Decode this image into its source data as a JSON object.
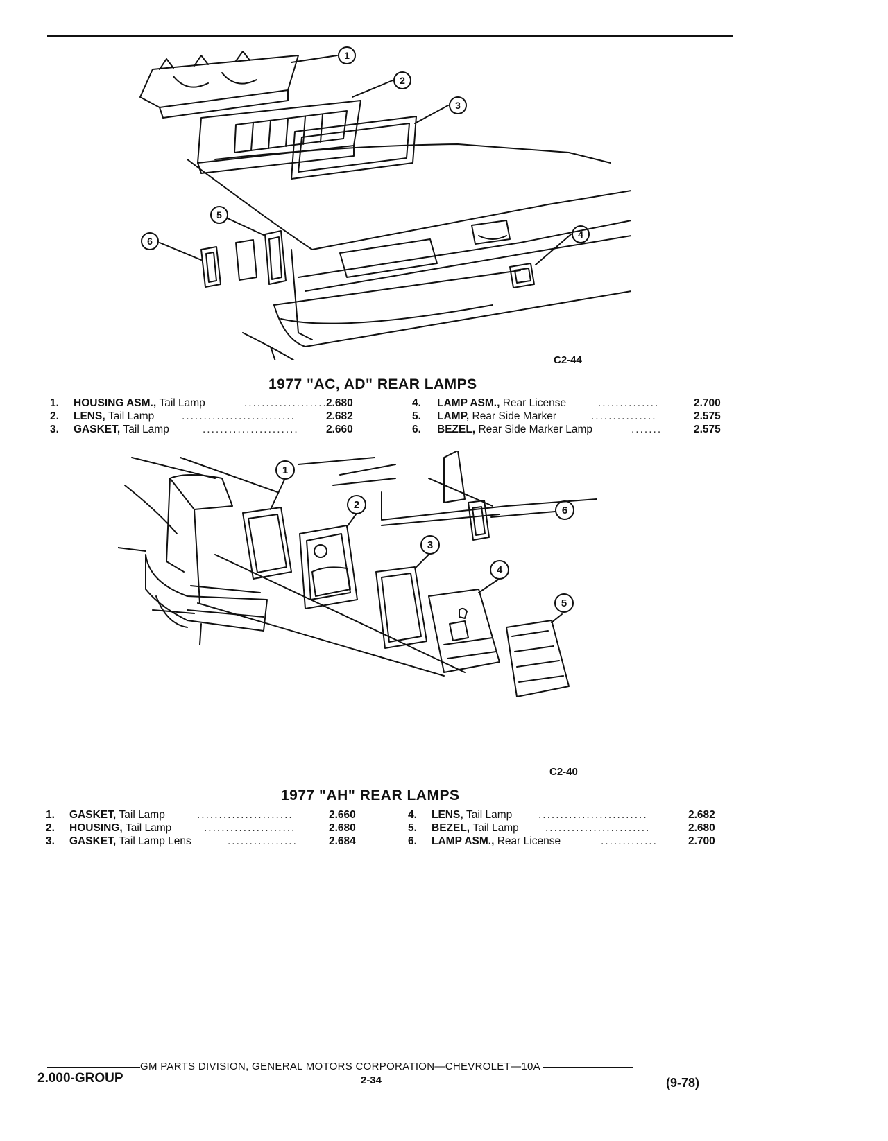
{
  "sections": [
    {
      "title": "1977 \"AC, AD\" REAR LAMPS",
      "figure_code": "C2-44",
      "callouts": [
        "1",
        "2",
        "3",
        "4",
        "5",
        "6"
      ],
      "parts": [
        {
          "num": "1.",
          "name": "HOUSING ASM.,",
          "desc": "Tail Lamp",
          "code": "2.680"
        },
        {
          "num": "2.",
          "name": "LENS,",
          "desc": "Tail Lamp",
          "code": "2.682"
        },
        {
          "num": "3.",
          "name": "GASKET,",
          "desc": "Tail Lamp",
          "code": "2.660"
        },
        {
          "num": "4.",
          "name": "LAMP ASM.,",
          "desc": "Rear License",
          "code": "2.700"
        },
        {
          "num": "5.",
          "name": "LAMP,",
          "desc": "Rear Side Marker",
          "code": "2.575"
        },
        {
          "num": "6.",
          "name": "BEZEL,",
          "desc": "Rear Side Marker Lamp",
          "code": "2.575"
        }
      ]
    },
    {
      "title": "1977 \"AH\" REAR LAMPS",
      "figure_code": "C2-40",
      "callouts": [
        "1",
        "2",
        "3",
        "4",
        "5",
        "6"
      ],
      "parts": [
        {
          "num": "1.",
          "name": "GASKET,",
          "desc": "Tail Lamp",
          "code": "2.660"
        },
        {
          "num": "2.",
          "name": "HOUSING,",
          "desc": "Tail Lamp",
          "code": "2.680"
        },
        {
          "num": "3.",
          "name": "GASKET,",
          "desc": "Tail Lamp Lens",
          "code": "2.684"
        },
        {
          "num": "4.",
          "name": "LENS,",
          "desc": "Tail Lamp",
          "code": "2.682"
        },
        {
          "num": "5.",
          "name": "BEZEL,",
          "desc": "Tail Lamp",
          "code": "2.680"
        },
        {
          "num": "6.",
          "name": "LAMP ASM.,",
          "desc": "Rear License",
          "code": "2.700"
        }
      ]
    }
  ],
  "footer": {
    "line": "GM PARTS DIVISION, GENERAL MOTORS CORPORATION—CHEVROLET—10A",
    "group": "2.000-GROUP",
    "page": "2-34",
    "date": "(9-78)"
  }
}
